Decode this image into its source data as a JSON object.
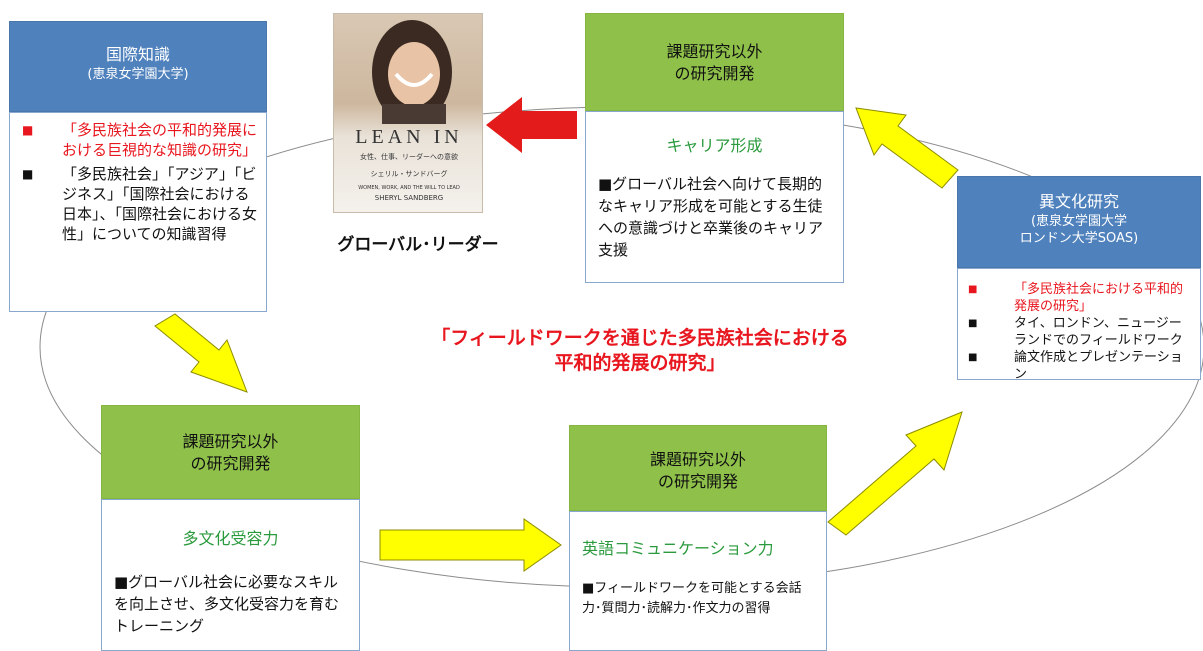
{
  "left_box": {
    "title": "国際知識",
    "subtitle": "(恵泉女学園大学)",
    "bullets": [
      {
        "text": "「多民族社会の平和的発展における巨視的な知識の研究」"
      },
      {
        "text": "「多民族社会」「アジア」「ビジネス」「国際社会における日本」、「国際社会における女性」についての知識習得"
      }
    ]
  },
  "book": {
    "lean_in": "LEAN IN",
    "jp_subtitle": "女性、仕事、リーダーへの意欲",
    "author_jp": "シェリル・サンドバーグ",
    "tagline": "WOMEN, WORK, AND THE WILL TO LEAD",
    "author_en": "SHERYL SANDBERG",
    "caption": "グローバル･リーダー"
  },
  "top_right": {
    "header_line1": "課題研究以外",
    "header_line2": "の研究開発",
    "title": "キャリア形成",
    "text": "■グローバル社会へ向けて長期的なキャリア形成を可能とする生徒への意識づけと卒業後のキャリア支援"
  },
  "right_box": {
    "title": "異文化研究",
    "subtitle_line1": "(恵泉女学園大学",
    "subtitle_line2": "ロンドン大学SOAS)",
    "bullets": [
      {
        "text": "「多民族社会における平和的発展の研究」"
      },
      {
        "text": "タイ、ロンドン、ニュージーランドでのフィールドワーク"
      },
      {
        "text": "論文作成とプレゼンテーション"
      }
    ]
  },
  "center": {
    "line1": "「フィールドワークを通じた多民族社会における",
    "line2": "平和的発展の研究」"
  },
  "bottom_left": {
    "header_line1": "課題研究以外",
    "header_line2": "の研究開発",
    "title": "多文化受容力",
    "text": "■グローバル社会に必要なスキルを向上させ、多文化受容力を育むトレーニング"
  },
  "bottom_center": {
    "header_line1": "課題研究以外",
    "header_line2": "の研究開発",
    "title": "英語コミュニケーション力",
    "text": "■フィールドワークを可能とする会話力･質問力･読解力･作文力の習得"
  },
  "colors": {
    "blue_header": "#4f81bd",
    "green_header": "#8fc14a",
    "green_text": "#2a9a3d",
    "red_text": "#e8161e",
    "yellow_arrow": "#ffff00",
    "red_arrow": "#e31b1b"
  }
}
